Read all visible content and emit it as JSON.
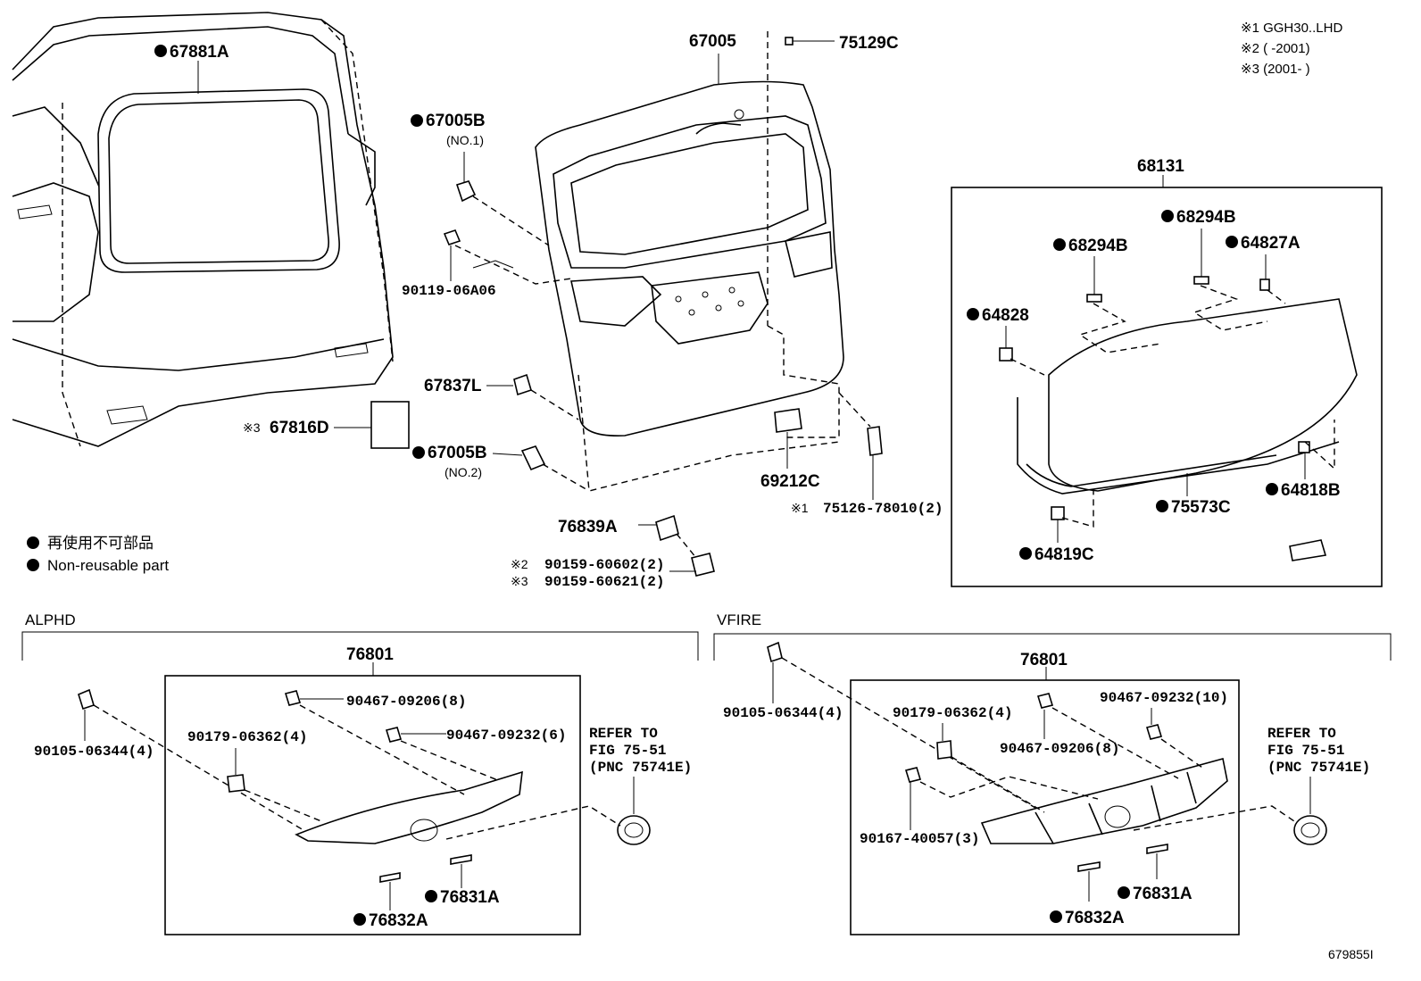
{
  "header_notes": [
    "※1 GGH30..LHD",
    "※2 (      -2001)",
    "※3 (2001-      )"
  ],
  "labels": {
    "p67881A": "67881A",
    "p67005": "67005",
    "p75129C": "75129C",
    "p67005B_1": "67005B",
    "no1": "(NO.1)",
    "p90119": "90119-06A06",
    "p67837L": "67837L",
    "p67816D": "67816D",
    "mark3_67816D": "※3",
    "p67005B_2": "67005B",
    "no2": "(NO.2)",
    "p69212C": "69212C",
    "p75126": "75126-78010(2)",
    "mark1_75126": "※1",
    "p76839A": "76839A",
    "p90159a": "90159-60602(2)",
    "mark2_90159a": "※2",
    "p90159b": "90159-60621(2)",
    "mark3_90159b": "※3",
    "p68131": "68131",
    "p68294B_a": "68294B",
    "p68294B_b": "68294B",
    "p64827A": "64827A",
    "p64828": "64828",
    "p75573C": "75573C",
    "p64818B": "64818B",
    "p64819C": "64819C",
    "legend_jp": "再使用不可部品",
    "legend_en": "Non-reusable part",
    "section_left": "ALPHD",
    "section_right": "VFIRE",
    "l_76801": "76801",
    "l_90105": "90105-06344(4)",
    "l_90467a": "90467-09206(8)",
    "l_90179": "90179-06362(4)",
    "l_90467b": "90467-09232(6)",
    "l_refer1": "REFER TO",
    "l_refer2": "FIG 75-51",
    "l_refer3": "(PNC 75741E)",
    "l_76831A": "76831A",
    "l_76832A": "76832A",
    "r_76801": "76801",
    "r_90105": "90105-06344(4)",
    "r_90179": "90179-06362(4)",
    "r_90467b": "90467-09232(10)",
    "r_90467a": "90467-09206(8)",
    "r_90167": "90167-40057(3)",
    "r_refer1": "REFER TO",
    "r_refer2": "FIG 75-51",
    "r_refer3": "(PNC 75741E)",
    "r_76831A": "76831A",
    "r_76832A": "76832A",
    "figure_id": "679855I"
  }
}
